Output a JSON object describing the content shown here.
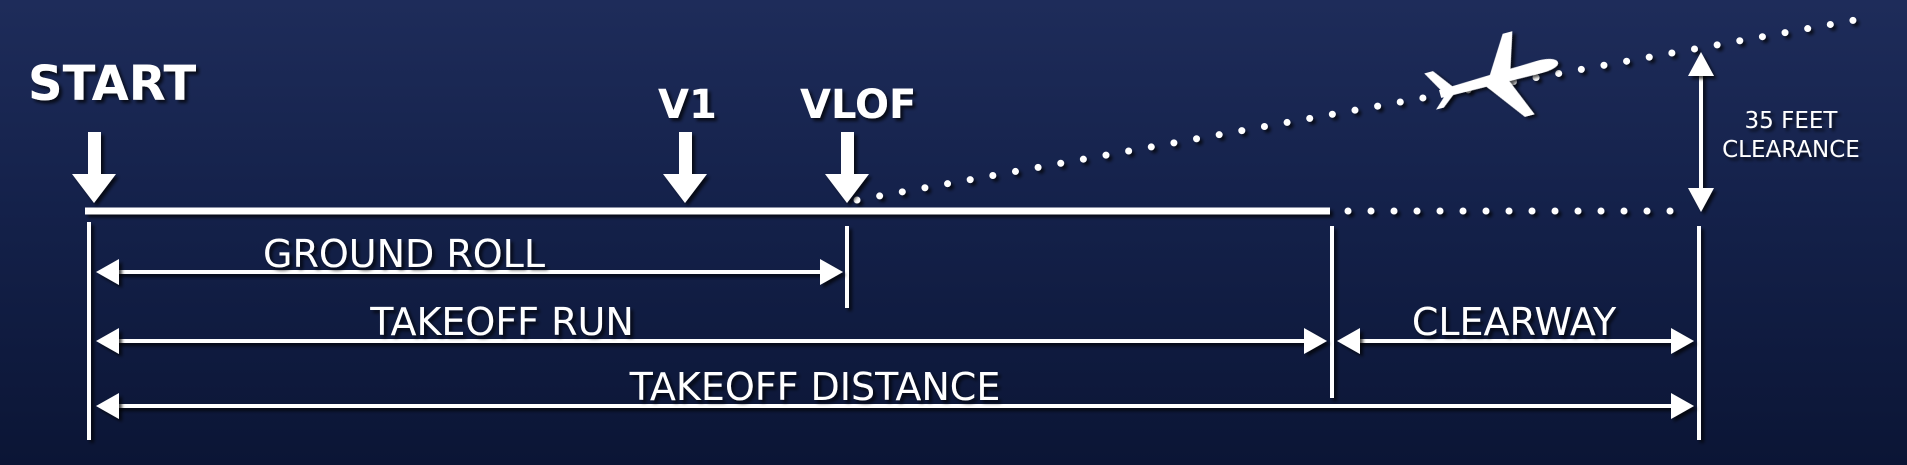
{
  "labels": {
    "start": "START",
    "v1": "V1",
    "vlof": "VLOF",
    "clearance_line1": "35 FEET",
    "clearance_line2": "CLEARANCE",
    "ground_roll": "GROUND ROLL",
    "takeoff_run": "TAKEOFF RUN",
    "clearway": "CLEARWAY",
    "takeoff_distance": "TAKEOFF DISTANCE"
  },
  "icons": {
    "aircraft": "airplane-icon",
    "down_arrow": "down-arrow-icon"
  },
  "colors": {
    "background_top": "#1e2c5a",
    "background_bottom": "#0b1535",
    "foreground": "#ffffff"
  }
}
